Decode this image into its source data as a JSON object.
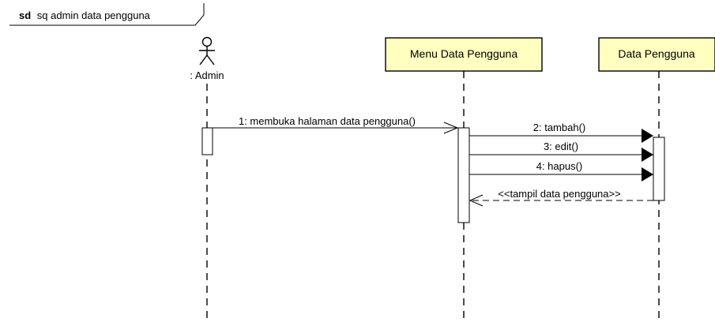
{
  "frame": {
    "keyword": "sd",
    "title": "sq admin data pengguna"
  },
  "actor": {
    "name": ": Admin"
  },
  "lifelines": [
    {
      "id": "menu",
      "label": "Menu Data Pengguna"
    },
    {
      "id": "data",
      "label": "Data Pengguna"
    }
  ],
  "messages": [
    {
      "label": "1: membuka halaman data pengguna()",
      "kind": "sync-open"
    },
    {
      "label": "2: tambah()",
      "kind": "sync"
    },
    {
      "label": "3: edit()",
      "kind": "sync"
    },
    {
      "label": "4: hapus()",
      "kind": "sync"
    },
    {
      "label": "<<tampil data pengguna>>",
      "kind": "return"
    }
  ],
  "colors": {
    "participant_fill": "#ffffc0",
    "line": "#000000",
    "activation_fill": "#ffffff"
  }
}
